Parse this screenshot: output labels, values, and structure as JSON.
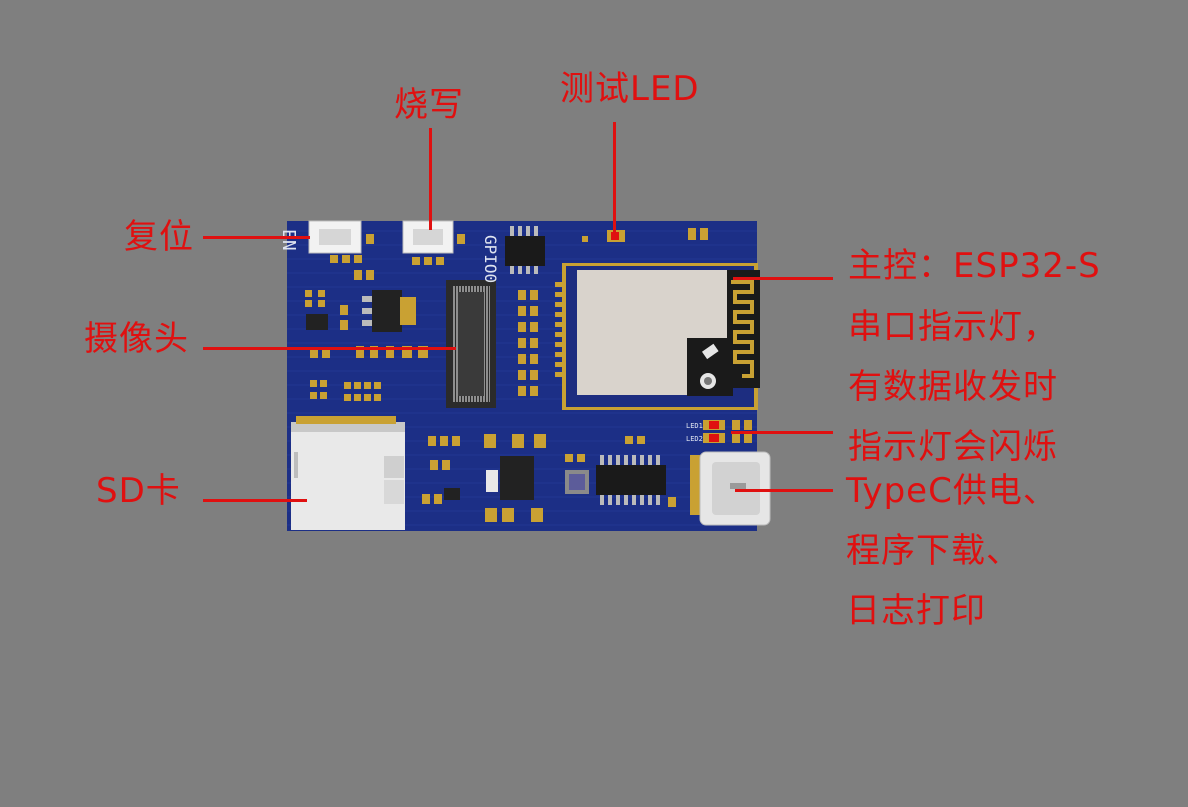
{
  "labels": {
    "reset": "复位",
    "flash": "烧写",
    "test_led": "测试LED",
    "camera": "摄像头",
    "sd_card": "SD卡",
    "mcu": "主控：ESP32-S",
    "serial_led": [
      "串口指示灯，",
      "有数据收发时",
      "指示灯会闪烁"
    ],
    "typec": [
      "TypeC供电、",
      "程序下载、",
      "日志打印"
    ]
  },
  "silkscreen": {
    "en": "EN",
    "gpio0": "GPIO0",
    "led1": "LED1",
    "led2": "LED2"
  },
  "colors": {
    "background": "#7f7f7f",
    "annotation": "#e01010",
    "pcb": "#1c2f86",
    "pad_gold": "#c9a133"
  }
}
